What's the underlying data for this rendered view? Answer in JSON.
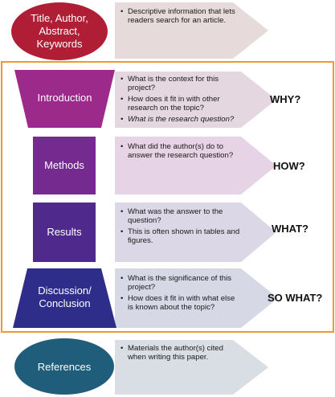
{
  "colors": {
    "title_oval": "#b01e35",
    "introduction": "#9b2a8a",
    "methods": "#742a8e",
    "results": "#4f2a8c",
    "discussion": "#2e2e8a",
    "references_oval": "#1f5d7a",
    "arrow_top": "#e6dada",
    "arrow_intro": "#e4d7df",
    "arrow_methods": "#e7d3e6",
    "arrow_results": "#dcd7e6",
    "arrow_discussion": "#d6d8e6",
    "arrow_references": "#d8dee3",
    "border": "#ed9a2e"
  },
  "top": {
    "label": "Title, Author,\nAbstract,\nKeywords",
    "bullets": [
      "Descriptive information that lets readers search for an article."
    ]
  },
  "sections": [
    {
      "id": "introduction",
      "label": "Introduction",
      "question": "WHY?",
      "bullets": [
        {
          "text": "What is the context for this project?",
          "italic": false
        },
        {
          "text": "How does it fit in with other research on the topic?",
          "italic": false
        },
        {
          "text": "What is the research question?",
          "italic": true
        }
      ]
    },
    {
      "id": "methods",
      "label": "Methods",
      "question": "HOW?",
      "bullets": [
        {
          "text": "What did the author(s) do to answer the research question?",
          "italic": false
        }
      ]
    },
    {
      "id": "results",
      "label": "Results",
      "question": "WHAT?",
      "bullets": [
        {
          "text": "What was the answer to the question?",
          "italic": false
        },
        {
          "text": "This is often shown in tables and figures.",
          "italic": false
        }
      ]
    },
    {
      "id": "discussion",
      "label": "Discussion/\nConclusion",
      "question": "SO WHAT?",
      "bullets": [
        {
          "text": "What is the significance of this project?",
          "italic": false
        },
        {
          "text": "How does it fit in with what else is known about the topic?",
          "italic": false
        }
      ]
    }
  ],
  "bottom": {
    "label": "References",
    "bullets": [
      "Materials the author(s) cited when writing this paper."
    ]
  }
}
